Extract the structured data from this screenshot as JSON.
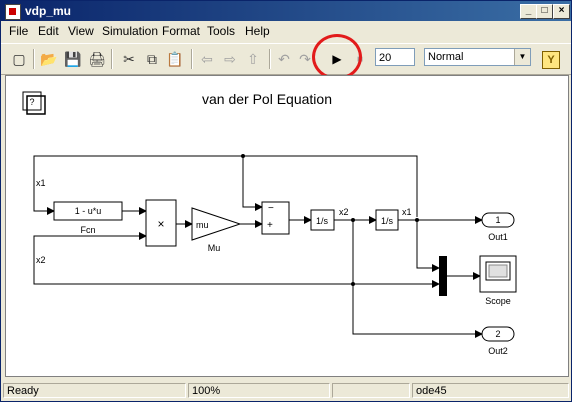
{
  "window": {
    "title": "vdp_mu"
  },
  "titlebar_buttons": {
    "minimize": "_",
    "maximize": "□",
    "close": "×"
  },
  "menu": [
    {
      "label": "File"
    },
    {
      "label": "Edit"
    },
    {
      "label": "View"
    },
    {
      "label": "Simulation"
    },
    {
      "label": "Format"
    },
    {
      "label": "Tools"
    },
    {
      "label": "Help"
    }
  ],
  "toolbar": {
    "stop_time": "20",
    "sim_mode": "Normal",
    "icons": {
      "new": "▢",
      "open": "📂",
      "save": "💾",
      "print": "🖨",
      "cut": "✂",
      "copy": "⧉",
      "paste": "📋",
      "back": "⇦",
      "forward": "⇨",
      "up": "⇧",
      "undo": "↶",
      "redo": "↷",
      "start": "▶",
      "stop": "■",
      "debug": "Y"
    }
  },
  "diagram": {
    "title": "van der Pol Equation",
    "info_block": "?",
    "signals": {
      "x1_top": "x1",
      "x2_left": "x2",
      "x2_mid": "x2",
      "x1_mid": "x1"
    },
    "blocks": {
      "fcn": {
        "expr": "1 - u*u",
        "label": "Fcn"
      },
      "product": {
        "symbol": "×"
      },
      "gain": {
        "value": "mu",
        "label": "Mu"
      },
      "sum": {
        "minus": "−",
        "plus": "+"
      },
      "int1": {
        "text": "1/s"
      },
      "int2": {
        "text": "1/s"
      },
      "out1": {
        "port": "1",
        "label": "Out1"
      },
      "out2": {
        "port": "2",
        "label": "Out2"
      },
      "scope": {
        "label": "Scope"
      }
    }
  },
  "status": {
    "state": "Ready",
    "zoom": "100%",
    "solver": "ode45"
  },
  "colors": {
    "highlight": "#e21b1b",
    "titlebar_start": "#0a246a",
    "titlebar_end": "#3a6ea5"
  }
}
